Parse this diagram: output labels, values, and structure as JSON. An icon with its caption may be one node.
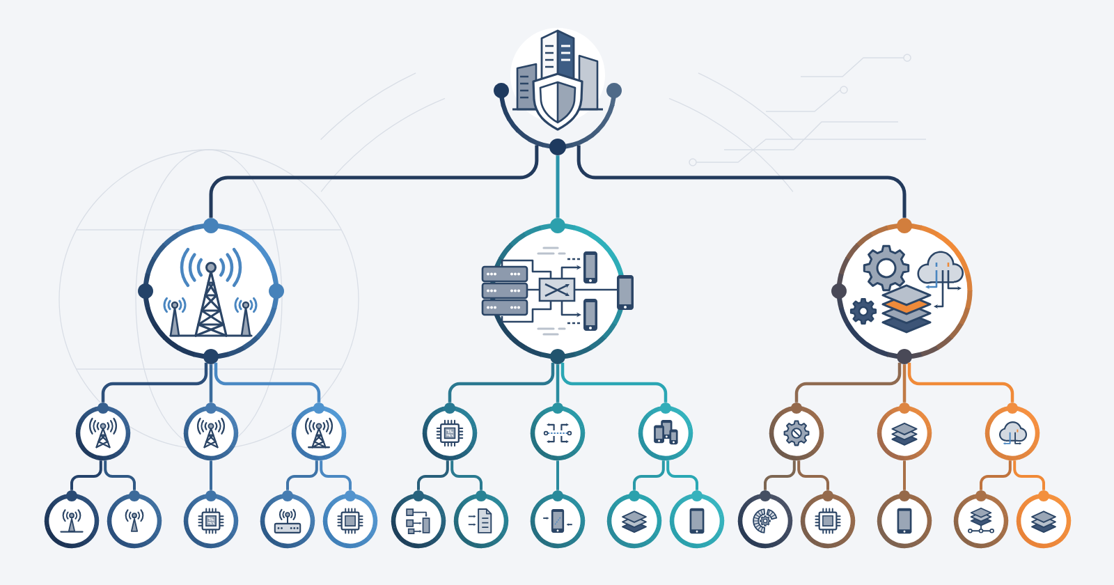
{
  "diagram": {
    "nodes": [
      {
        "text": [],
        "shape": "picture"
      },
      {
        "text": [],
        "shape": "circle"
      },
      {
        "text": [],
        "shape": "circle"
      },
      {
        "text": [],
        "shape": "circle"
      },
      {
        "text": [],
        "shape": "circle"
      },
      {
        "text": [],
        "shape": "circle"
      },
      {
        "text": [],
        "shape": "circle"
      },
      {
        "text": [],
        "shape": "circle"
      },
      {
        "text": [],
        "shape": "circle"
      },
      {
        "text": [],
        "shape": "circle"
      },
      {
        "text": [],
        "shape": "circle"
      },
      {
        "text": [],
        "shape": "circle"
      },
      {
        "text": [],
        "shape": "circle"
      },
      {
        "text": [],
        "shape": "circle"
      },
      {
        "text": [],
        "shape": "circle"
      },
      {
        "text": [],
        "shape": "circle"
      },
      {
        "text": [],
        "shape": "circle"
      },
      {
        "text": [],
        "shape": "circle"
      },
      {
        "text": [],
        "shape": "circle"
      },
      {
        "text": [],
        "shape": "circle"
      },
      {
        "text": [],
        "shape": "circle"
      },
      {
        "text": [],
        "shape": "circle"
      },
      {
        "text": [],
        "shape": "circle"
      },
      {
        "text": [],
        "shape": "circle"
      },
      {
        "text": [],
        "shape": "circle"
      },
      {
        "text": [],
        "shape": "circle"
      },
      {
        "text": [],
        "shape": "circle"
      },
      {
        "text": [],
        "shape": "circle"
      }
    ],
    "edges": [
      {
        "from": 0,
        "to": 1,
        "arrow": "none",
        "color": "#223a5c"
      },
      {
        "from": 0,
        "to": 2,
        "arrow": "none",
        "color": "#2a93aa"
      },
      {
        "from": 0,
        "to": 3,
        "arrow": "none",
        "color": "#223a5c"
      },
      {
        "from": 1,
        "to": 4,
        "arrow": "none",
        "color": "#2c4f7a"
      },
      {
        "from": 1,
        "to": 5,
        "arrow": "none",
        "color": "#3a6b9c"
      },
      {
        "from": 1,
        "to": 6,
        "arrow": "none",
        "color": "#4a89c4"
      },
      {
        "from": 2,
        "to": 7,
        "arrow": "none",
        "color": "#2a7890"
      },
      {
        "from": 2,
        "to": 8,
        "arrow": "none",
        "color": "#2a8da0"
      },
      {
        "from": 2,
        "to": 9,
        "arrow": "none",
        "color": "#2aa6b4"
      },
      {
        "from": 3,
        "to": 10,
        "arrow": "none",
        "color": "#8f6a50"
      },
      {
        "from": 3,
        "to": 11,
        "arrow": "none",
        "color": "#c07a45"
      },
      {
        "from": 3,
        "to": 12,
        "arrow": "none",
        "color": "#f08a38"
      },
      {
        "from": 4,
        "to": 13,
        "arrow": "none",
        "color": "#24426a"
      },
      {
        "from": 4,
        "to": 14,
        "arrow": "none",
        "color": "#2f5884"
      },
      {
        "from": 5,
        "to": 15,
        "arrow": "none",
        "color": "#3a6b9c"
      },
      {
        "from": 6,
        "to": 16,
        "arrow": "none",
        "color": "#3f74a8"
      },
      {
        "from": 6,
        "to": 17,
        "arrow": "none",
        "color": "#4a88c2"
      },
      {
        "from": 7,
        "to": 18,
        "arrow": "none",
        "color": "#285f7a"
      },
      {
        "from": 7,
        "to": 19,
        "arrow": "none",
        "color": "#2a7a90"
      },
      {
        "from": 8,
        "to": 20,
        "arrow": "none",
        "color": "#2a8a9e"
      },
      {
        "from": 9,
        "to": 21,
        "arrow": "none",
        "color": "#2a9aa8"
      },
      {
        "from": 9,
        "to": 22,
        "arrow": "none",
        "color": "#2aa8b4"
      },
      {
        "from": 10,
        "to": 23,
        "arrow": "none",
        "color": "#7d6652"
      },
      {
        "from": 10,
        "to": 24,
        "arrow": "none",
        "color": "#93694c"
      },
      {
        "from": 11,
        "to": 25,
        "arrow": "none",
        "color": "#a87048"
      },
      {
        "from": 12,
        "to": 26,
        "arrow": "none",
        "color": "#c0743e"
      },
      {
        "from": 12,
        "to": 27,
        "arrow": "none",
        "color": "#f08a38"
      }
    ]
  }
}
